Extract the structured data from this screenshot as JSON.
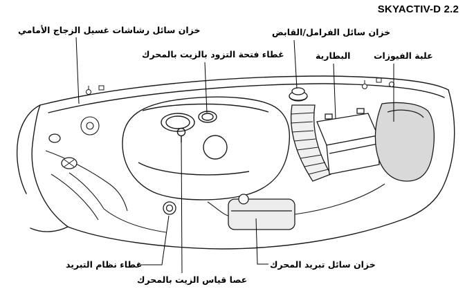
{
  "title": "SKYACTIV-D 2.2",
  "callouts": {
    "washer_reservoir": "خزان سائل رشاشات غسيل الزجاج الأمامي",
    "oil_filler_cap": "غطاء فتحة التزود بالزيت بالمحرك",
    "brake_clutch_reservoir": "خزان سائل الفرامل/القابض",
    "battery": "البطارية",
    "fuse_box": "علبة الفيوزات",
    "cooling_system_cap": "غطاء نظام التبريد",
    "oil_dipstick": "عصا قياس الزيت بالمحرك",
    "coolant_reservoir": "خزان سائل تبريد المحرك"
  },
  "colors": {
    "line": "#1a1a1a",
    "shade_dark": "#d9d9d9",
    "shade_light": "#ededed"
  }
}
